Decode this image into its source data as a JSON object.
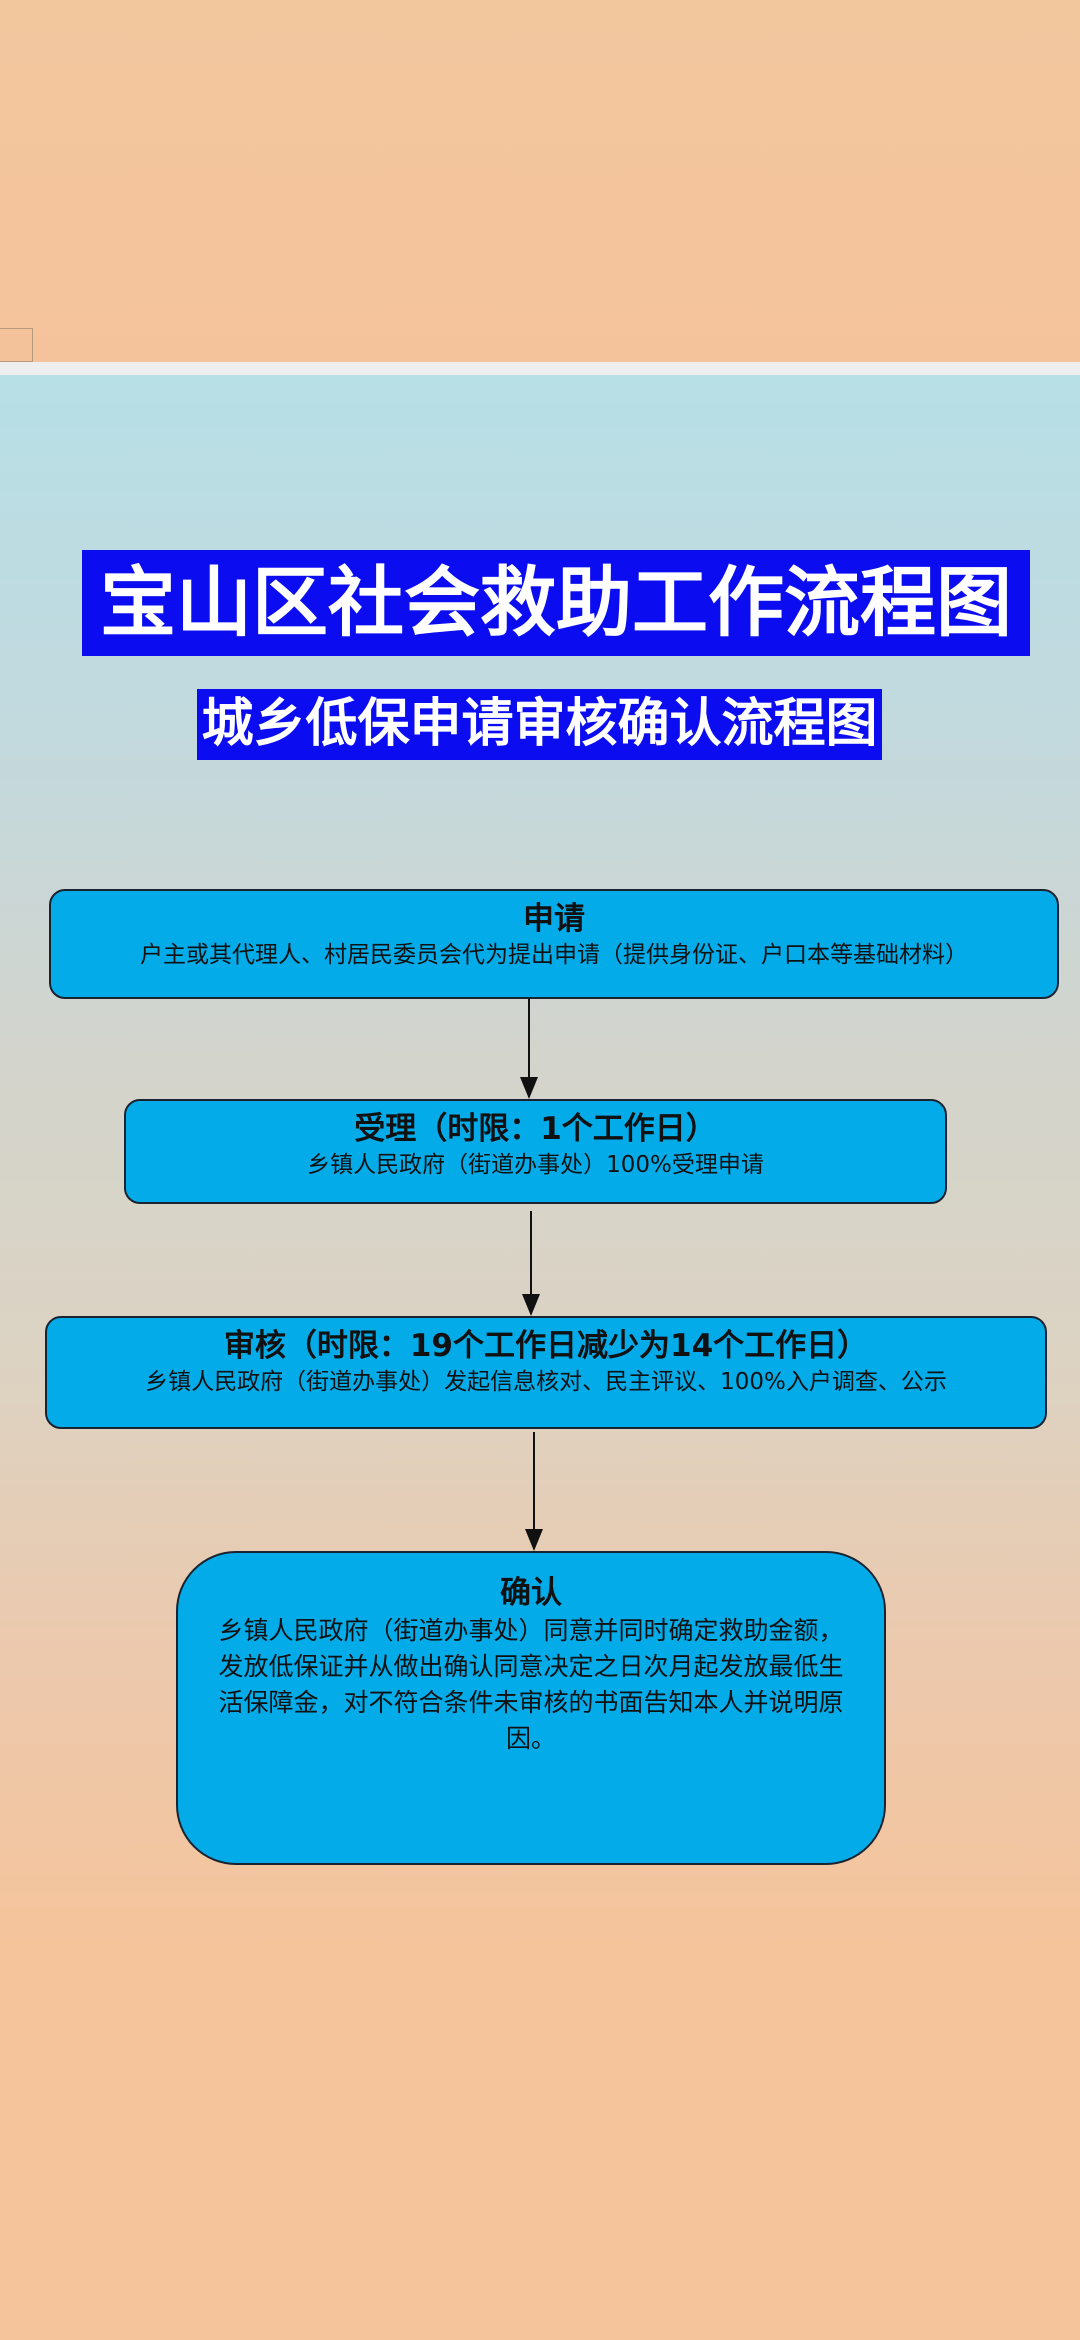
{
  "title": "宝山区社会救助工作流程图",
  "subtitle": "城乡低保申请审核确认流程图",
  "colors": {
    "banner": "#0b0df0",
    "box": "#03abe9",
    "top_band": "#f2c79e"
  },
  "steps": [
    {
      "heading": "申请",
      "body": "户主或其代理人、村居民委员会代为提出申请（提供身份证、户口本等基础材料）"
    },
    {
      "heading": "受理（时限：1个工作日）",
      "body": "乡镇人民政府（街道办事处）100%受理申请"
    },
    {
      "heading": "审核（时限：19个工作日减少为14个工作日）",
      "body": "乡镇人民政府（街道办事处）发起信息核对、民主评议、100%入户调查、公示"
    },
    {
      "heading": "确认",
      "body": "乡镇人民政府（街道办事处）同意并同时确定救助金额，发放低保证并从做出确认同意决定之日次月起发放最低生活保障金，对不符合条件未审核的书面告知本人并说明原因。"
    }
  ]
}
